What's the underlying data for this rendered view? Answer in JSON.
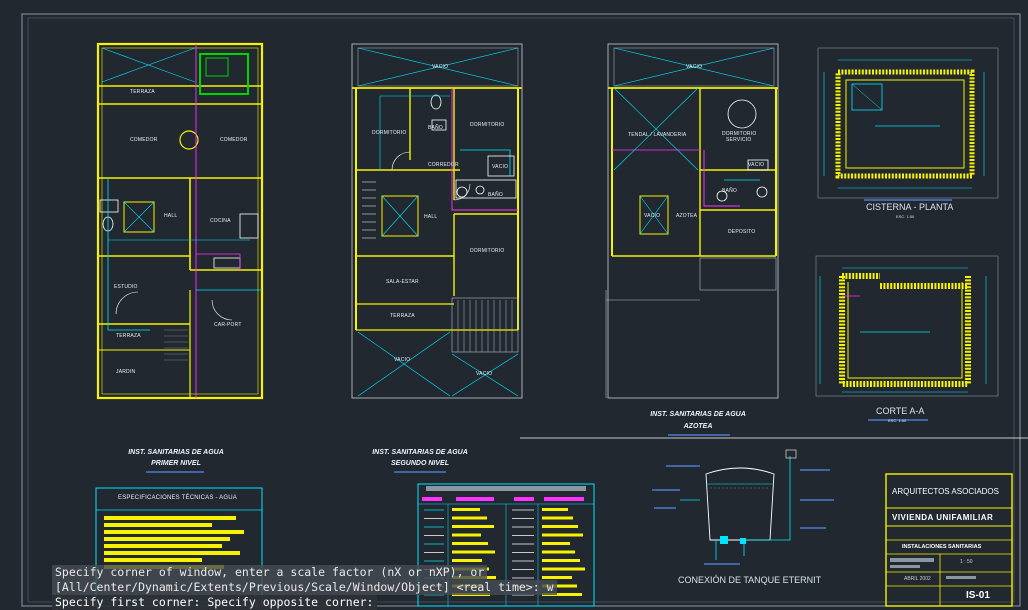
{
  "plans": {
    "primer_nivel": {
      "title_line1": "INST. SANITARIAS DE AGUA",
      "title_line2": "PRIMER NIVEL",
      "rooms": [
        "TERRAZA",
        "COMEDOR",
        "COMEDOR",
        "HALL",
        "COCINA",
        "ESTUDIO",
        "TERRAZA",
        "CAR-PORT",
        "JARDIN"
      ]
    },
    "segundo_nivel": {
      "title_line1": "INST. SANITARIAS DE AGUA",
      "title_line2": "SEGUNDO NIVEL",
      "rooms": [
        "VACIO",
        "DORMITORIO",
        "BAÑO",
        "DORMITORIO",
        "CORREDOR",
        "VACIO",
        "BAÑO",
        "HALL",
        "DORMITORIO",
        "SALA-ESTAR",
        "TERRAZA",
        "VACIO",
        "VACIO"
      ]
    },
    "azotea": {
      "title_line1": "INST. SANITARIAS DE AGUA",
      "title_line2": "AZOTEA",
      "rooms": [
        "VACIO",
        "TENDAL / LAVANDERIA",
        "DORMITORIO",
        "SERVICIO",
        "VACIO",
        "BAÑO",
        "VACIO",
        "AZOTEA",
        "DEPOSITO"
      ]
    }
  },
  "details": {
    "cisterna": {
      "caption": "CISTERNA - PLANTA",
      "scale": "ESC. 1:50"
    },
    "corte": {
      "caption": "CORTE A-A",
      "scale": "ESC. 1:50"
    },
    "tanque": {
      "caption": "CONEXIÓN DE TANQUE ETERNIT"
    }
  },
  "especificaciones": {
    "title": "ESPECIFICACIONES TÉCNICAS - AGUA"
  },
  "title_block": {
    "company": "ARQUITECTOS  ASOCIADOS",
    "project": "VIVIENDA UNIFAMILIAR",
    "specialty": "INSTALACIONES SANITARIAS",
    "scale": "1 : 50",
    "date": "ABRIL 2002",
    "sheet": "IS-01"
  },
  "command_line": {
    "line1": "Specify corner of window, enter a scale factor (nX or nXP), or",
    "line2": "[All/Center/Dynamic/Extents/Previous/Scale/Window/Object] <real time>: w",
    "line3": "Specify first corner: Specify opposite corner:"
  },
  "colors": {
    "background": "#212830",
    "walls": "#f6f200",
    "pipes": "#00e5ff",
    "hot_water": "#ff33ff",
    "text": "#e8eef5",
    "green": "#00d400"
  }
}
